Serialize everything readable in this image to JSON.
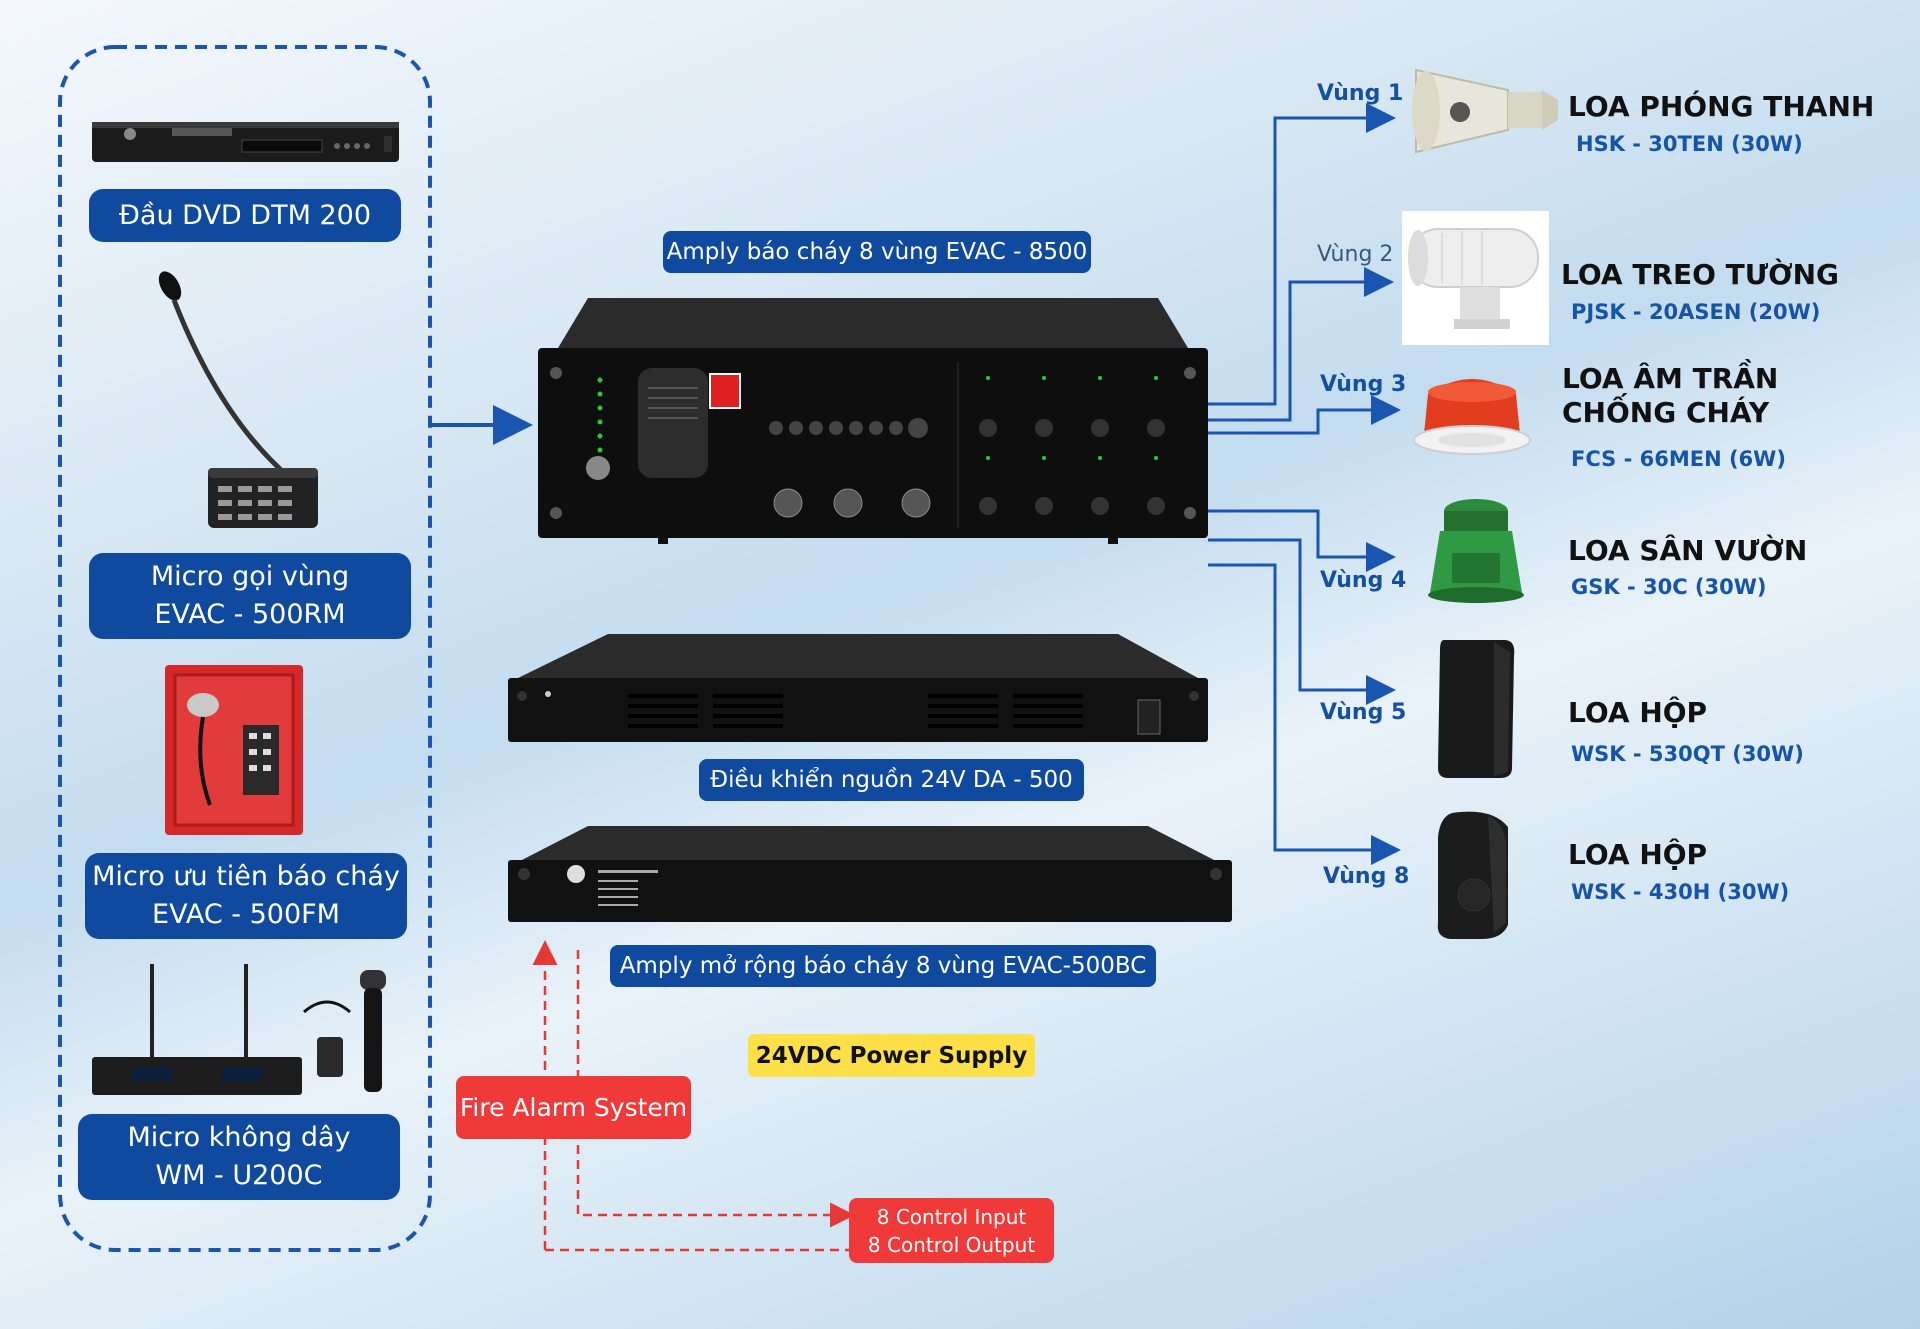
{
  "sources": [
    {
      "label": [
        "Đầu DVD DTM 200"
      ]
    },
    {
      "label": [
        "Micro gọi vùng",
        "EVAC - 500RM"
      ]
    },
    {
      "label": [
        "Micro ưu tiên báo cháy",
        "EVAC - 500FM"
      ]
    },
    {
      "label": [
        "Micro không dây",
        "WM - U200C"
      ]
    }
  ],
  "amps": {
    "main_label": "Amply báo cháy 8 vùng EVAC - 8500",
    "power_label": "Điều khiển nguồn 24V DA - 500",
    "expansion_label": "Amply mở rộng báo cháy 8 vùng EVAC-500BC"
  },
  "power_supply": "24VDC Power Supply",
  "fire_alarm": "Fire Alarm System",
  "control_io": [
    "8 Control Input",
    "8 Control Output"
  ],
  "zones": [
    "Vùng 1",
    "Vùng 2",
    "Vùng 3",
    "Vùng 4",
    "Vùng 5",
    "Vùng 8"
  ],
  "speakers": [
    {
      "name": [
        "LOA PHÓNG THANH"
      ],
      "model": "HSK - 30TEN (30W)"
    },
    {
      "name": [
        "LOA TREO TƯỜNG"
      ],
      "model": "PJSK - 20ASEN (20W)"
    },
    {
      "name": [
        "LOA ÂM TRẦN",
        "CHỐNG CHÁY"
      ],
      "model": "FCS - 66MEN (6W)"
    },
    {
      "name": [
        "LOA SÂN VƯỜN"
      ],
      "model": "GSK - 30C (30W)"
    },
    {
      "name": [
        "LOA HỘP"
      ],
      "model": "WSK - 530QT (30W)"
    },
    {
      "name": [
        "LOA HỘP"
      ],
      "model": "WSK - 430H (30W)"
    }
  ],
  "colors": {
    "label_blue": "#0f4a9e",
    "wire_blue": "#1a56b0",
    "alarm_red": "#f03a3a",
    "supply_yellow": "#fde047"
  }
}
